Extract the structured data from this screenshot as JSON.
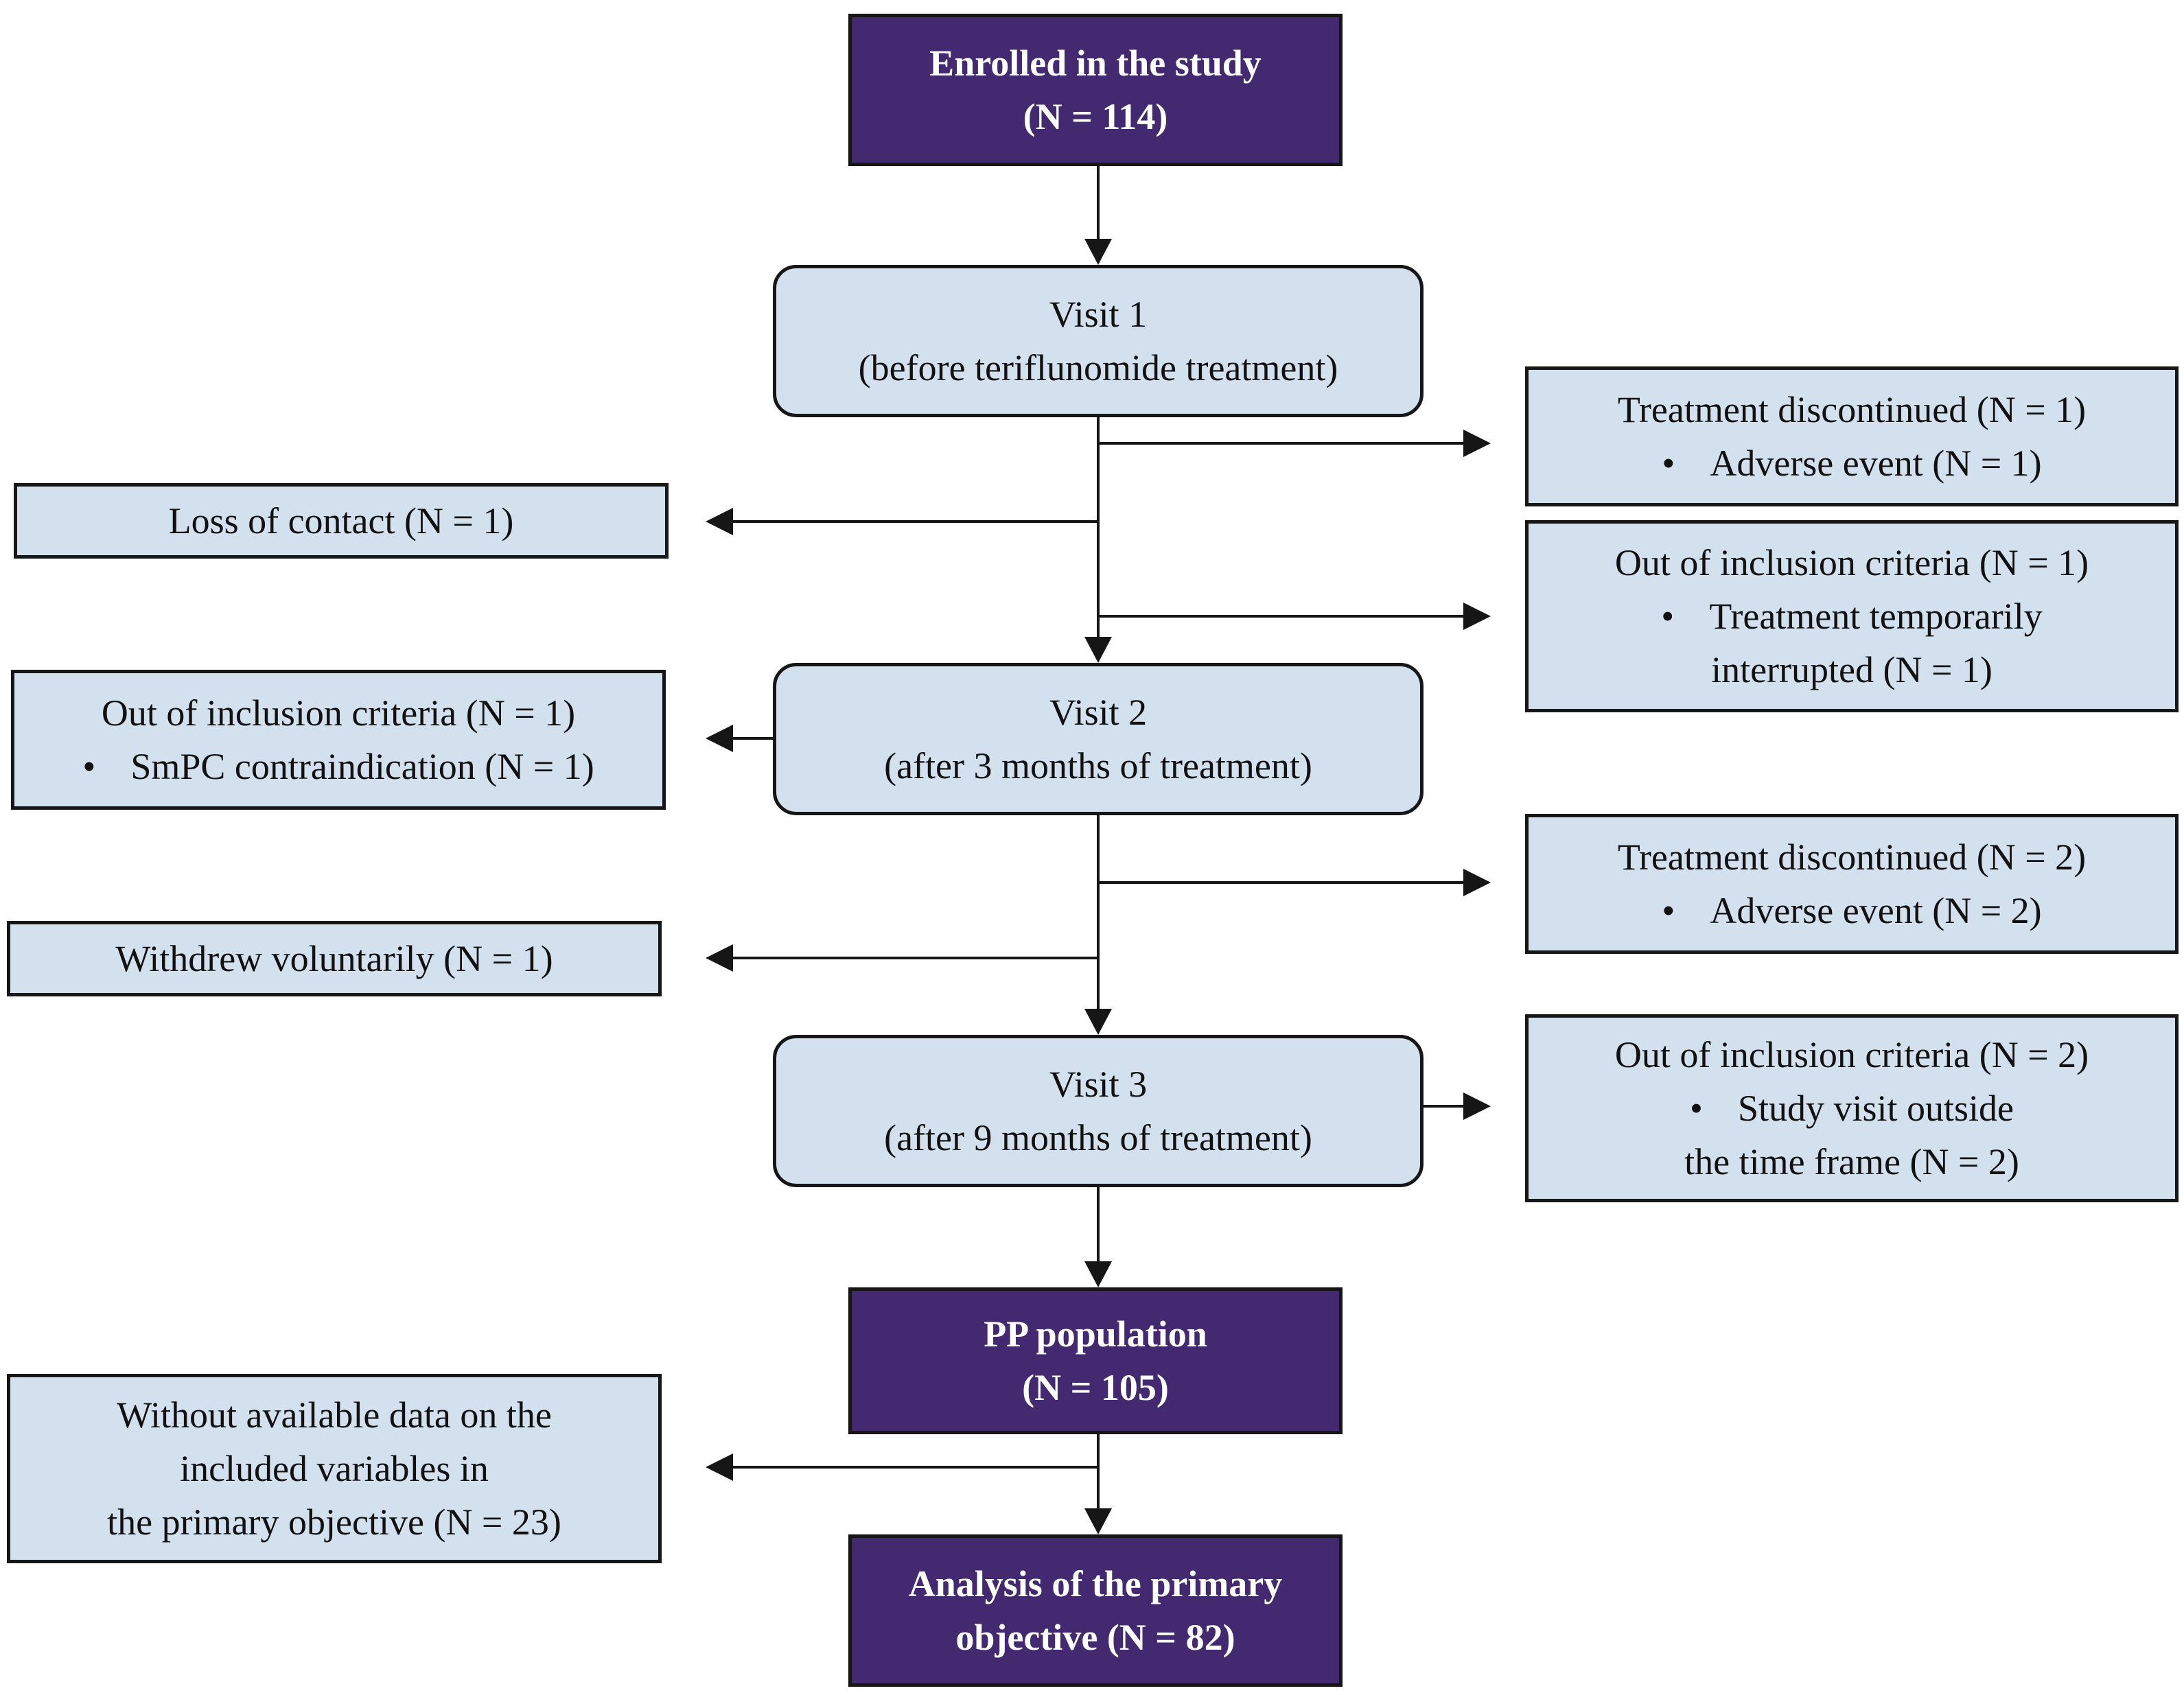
{
  "nodes": {
    "enrolled": {
      "line1": "Enrolled in the study",
      "line2": "(N = 114)"
    },
    "visit1": {
      "line1": "Visit 1",
      "line2": "(before teriflunomide treatment)"
    },
    "visit2": {
      "line1": "Visit 2",
      "line2": "(after 3 months of treatment)"
    },
    "visit3": {
      "line1": "Visit 3",
      "line2": "(after 9 months of treatment)"
    },
    "pp_population": {
      "line1": "PP population",
      "line2": "(N = 105)"
    },
    "analysis": {
      "line1": "Analysis of the primary",
      "line2": "objective (N = 82)"
    }
  },
  "exclusions": {
    "treatment_discontinued_1": {
      "title": "Treatment discontinued (N = 1)",
      "bullet": "Adverse event (N = 1)"
    },
    "loss_of_contact": {
      "title": "Loss of contact (N = 1)"
    },
    "out_of_inclusion_1": {
      "title": "Out of inclusion criteria (N = 1)",
      "bullet_line1": "Treatment temporarily",
      "bullet_line2": "interrupted (N = 1)"
    },
    "out_of_inclusion_smpc": {
      "title": "Out of inclusion criteria (N = 1)",
      "bullet": "SmPC contraindication (N = 1)"
    },
    "treatment_discontinued_2": {
      "title": "Treatment discontinued (N = 2)",
      "bullet": "Adverse event (N = 2)"
    },
    "withdrew": {
      "title": "Withdrew voluntarily (N = 1)"
    },
    "out_of_inclusion_2": {
      "title": "Out of inclusion criteria (N = 2)",
      "bullet_line1": "Study visit outside",
      "bullet_line2": "the time frame (N = 2)"
    },
    "without_data": {
      "line1": "Without available data on the",
      "line2": "included variables in",
      "line3": "the primary objective (N = 23)"
    }
  },
  "bullet_symbol": "•"
}
